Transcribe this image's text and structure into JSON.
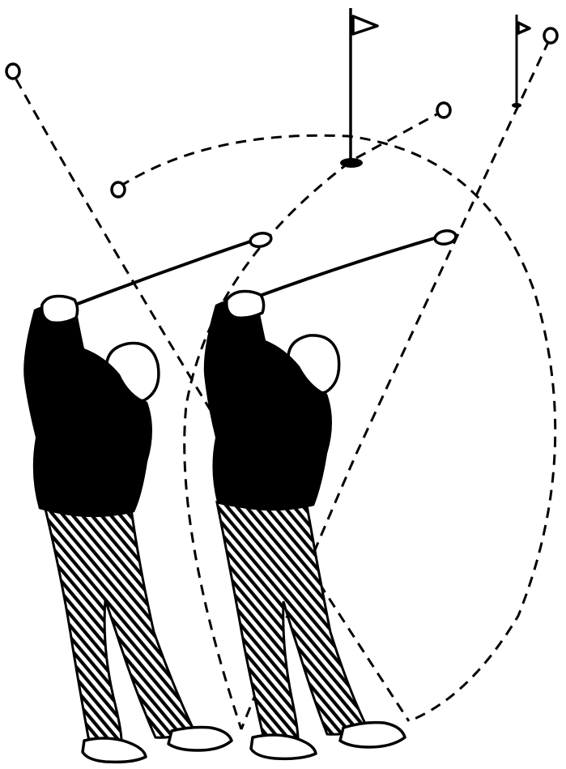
{
  "illustration": {
    "colors": {
      "ink": "#000000",
      "paper": "#ffffff"
    },
    "figures": [
      "golfer-left",
      "golfer-right"
    ],
    "targets": [
      "flag-hole-center",
      "flag-hole-far-right"
    ],
    "ball_markers": 4
  }
}
